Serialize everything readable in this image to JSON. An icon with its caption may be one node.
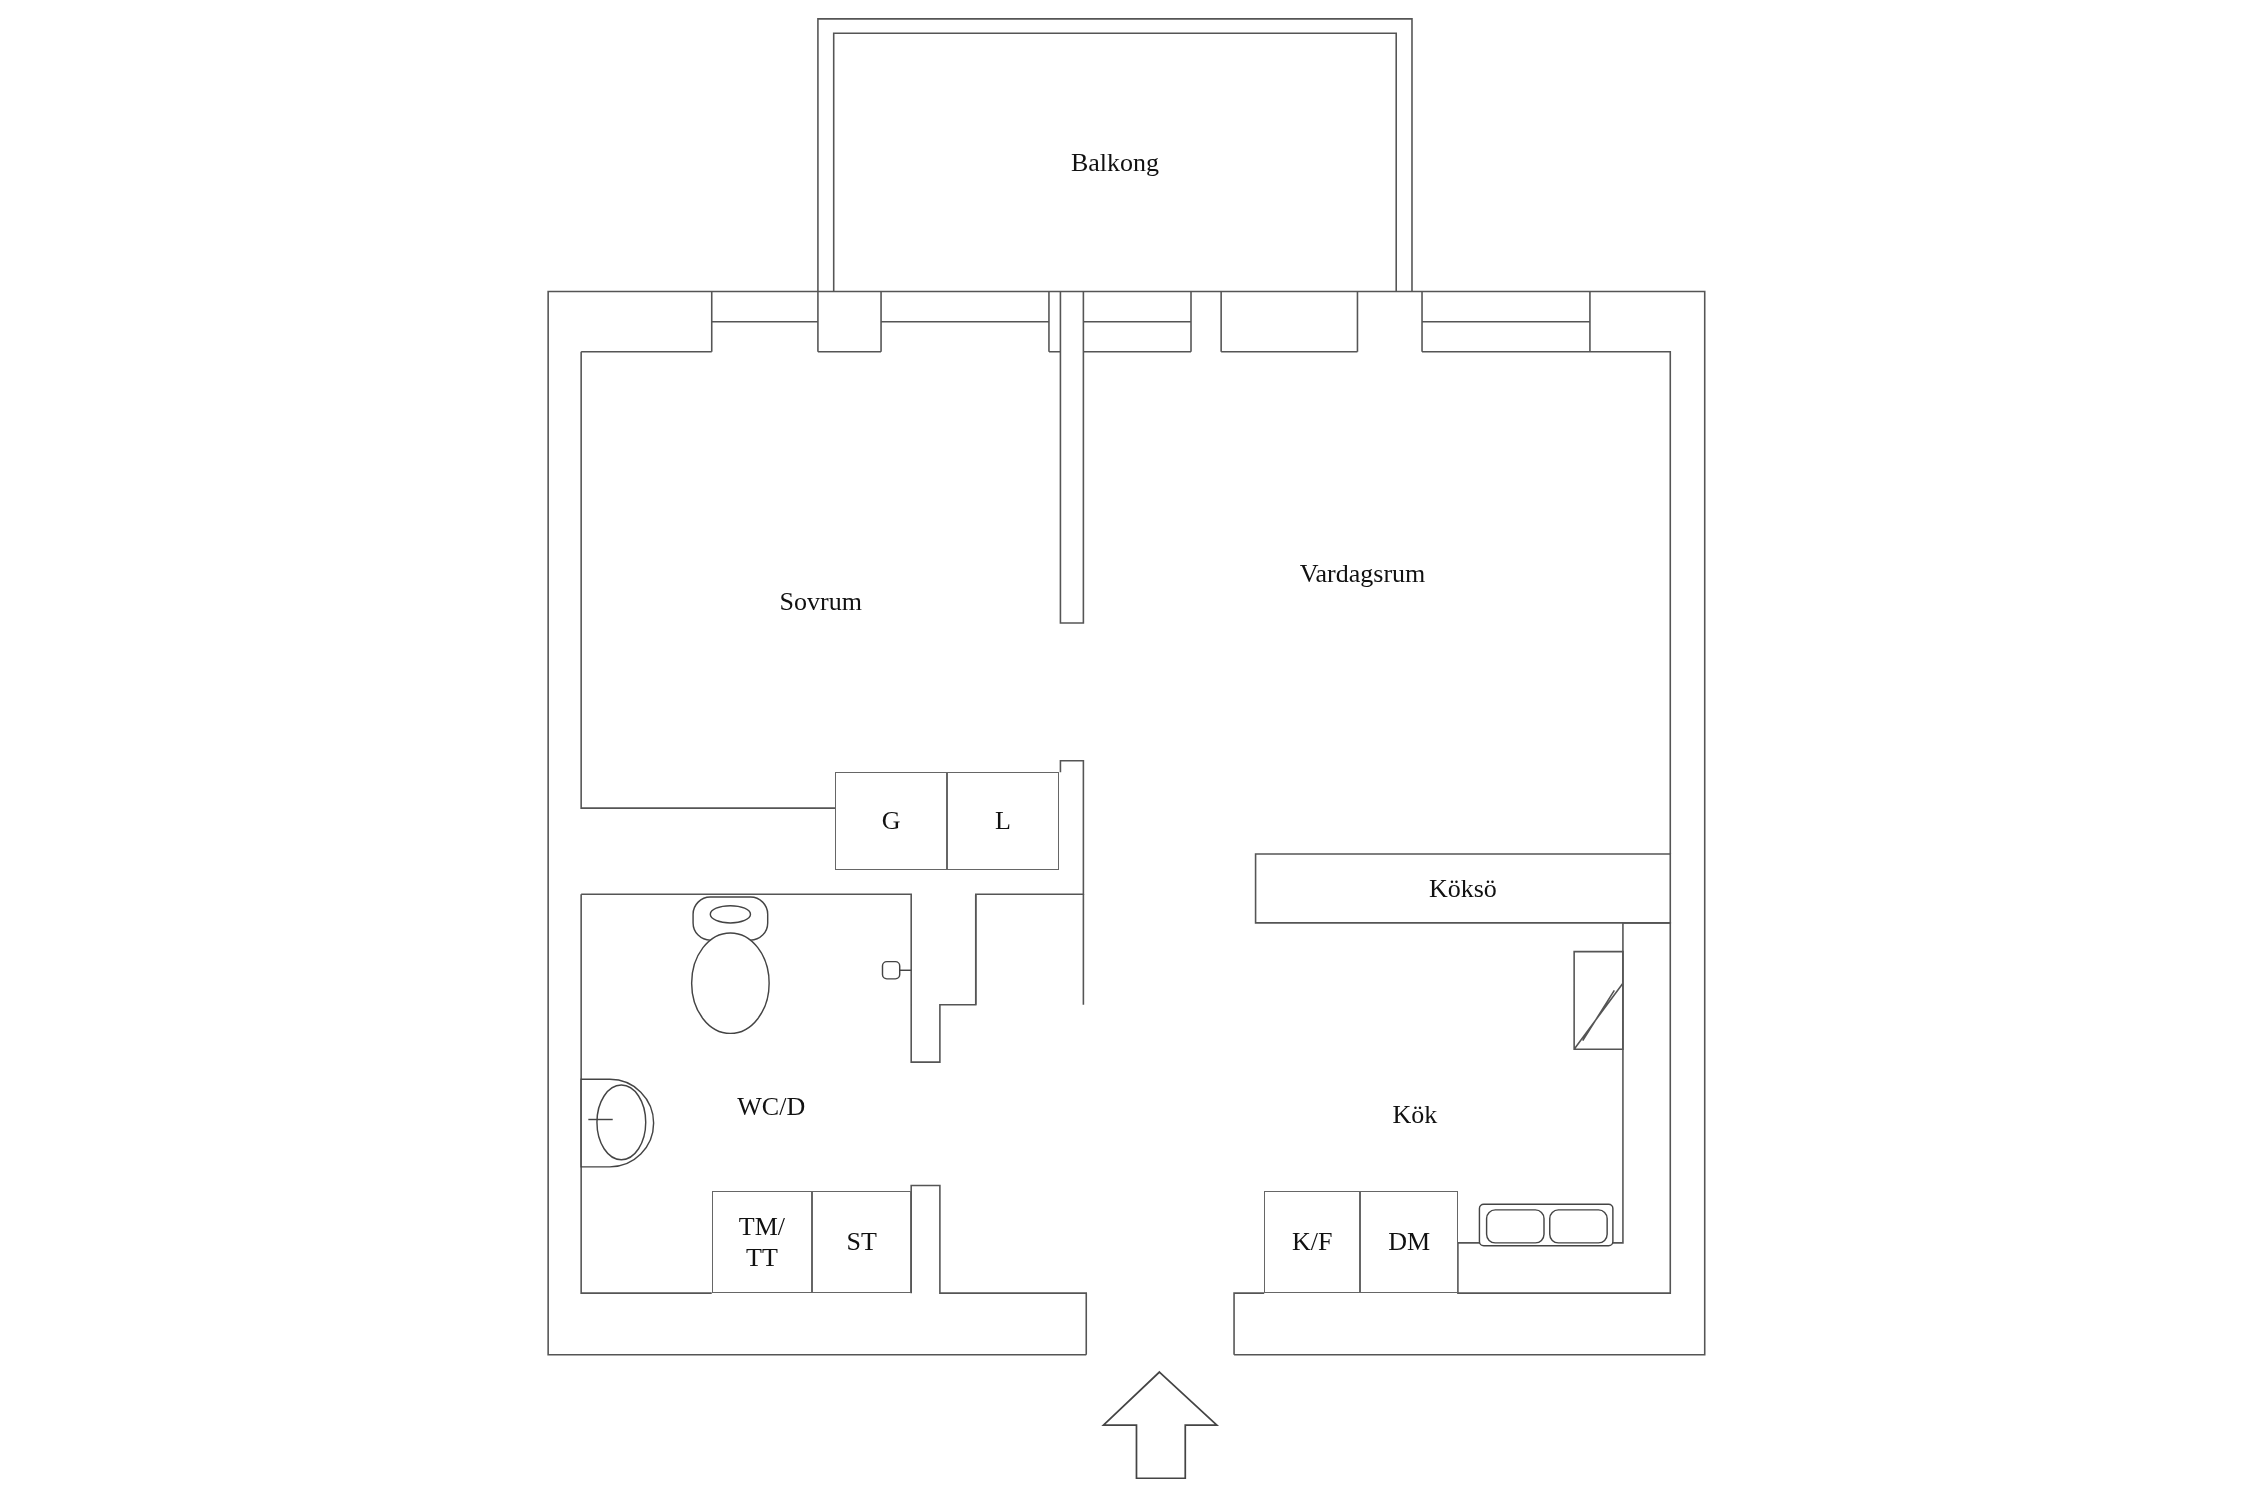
{
  "diagram": {
    "nodes": [
      {
        "text": [
          "Balkong"
        ]
      },
      {
        "text": [
          "Sovrum"
        ]
      },
      {
        "text": [
          "Vardagsrum"
        ]
      },
      {
        "text": [
          "G"
        ]
      },
      {
        "text": [
          "L"
        ]
      },
      {
        "text": [
          "Köksö"
        ]
      },
      {
        "text": [
          "WC/D"
        ]
      },
      {
        "text": [
          "Kök"
        ]
      },
      {
        "text": [
          "TM/ TT"
        ]
      },
      {
        "text": [
          "ST"
        ]
      },
      {
        "text": [
          "K/F"
        ]
      },
      {
        "text": [
          "DM"
        ]
      }
    ],
    "edges": []
  }
}
